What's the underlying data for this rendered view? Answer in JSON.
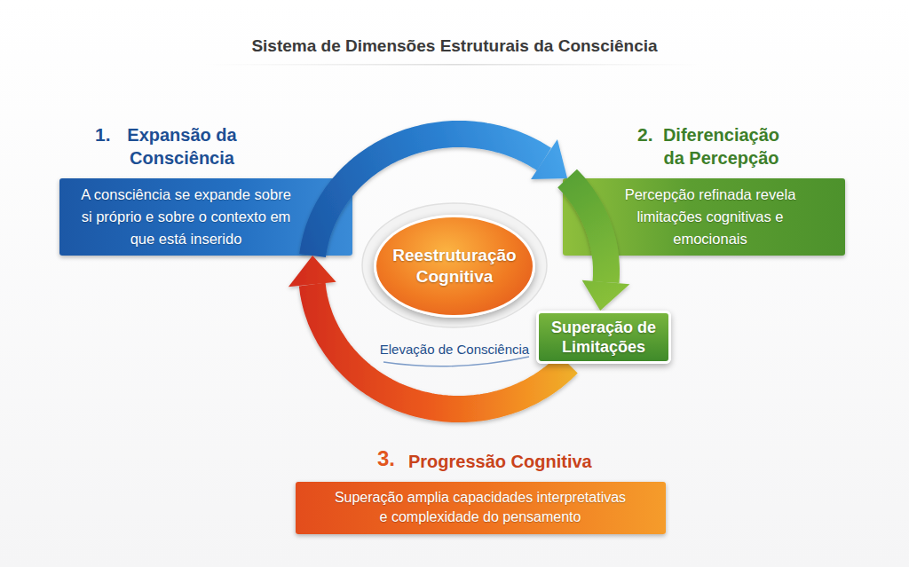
{
  "diagram": {
    "title": "Sistema de Dimensões Estruturais da Consciência",
    "nodes": [
      {
        "text": [
          "1.",
          "Expansão da Consciência",
          "A consciência se expande sobre si próprio e sobre o contexto em que está inserido"
        ]
      },
      {
        "text": [
          "2.",
          "Diferenciação da Percepção",
          "Percepção refinada revela limitações cognitivas e emocionais"
        ]
      },
      {
        "text": [
          "Reestruturação Cognitiva"
        ]
      },
      {
        "text": [
          "Superação de Limitações"
        ]
      },
      {
        "text": [
          "3.",
          "Progressão Cognitiva",
          "Superação amplia capacidades interpretativas e complexidade do pensamento"
        ]
      }
    ],
    "edges": [
      {
        "from": 0,
        "to": 1,
        "arrow": "to"
      },
      {
        "from": 1,
        "to": 3,
        "arrow": "to"
      },
      {
        "from": 3,
        "to": 0,
        "arrow": "to"
      }
    ],
    "labels": [
      "Elevação de Consciência"
    ]
  }
}
